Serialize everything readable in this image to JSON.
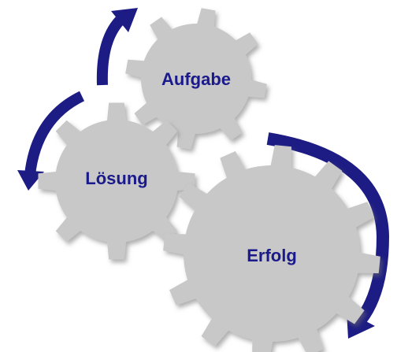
{
  "colors": {
    "gear_fill": "#c8c8c8",
    "gear_shadow": "#8c8c8c",
    "label": "#1a1a8c",
    "arrow": "#1c1c84",
    "background": "#ffffff"
  },
  "gears": [
    {
      "id": "aufgabe",
      "label": "Aufgabe"
    },
    {
      "id": "loesung",
      "label": "Lösung"
    },
    {
      "id": "erfolg",
      "label": "Erfolg"
    }
  ],
  "arrows": [
    {
      "id": "aufgabe-to-top",
      "icon": "curved-arrow-icon"
    },
    {
      "id": "loesung-loop",
      "icon": "curved-arrow-icon"
    },
    {
      "id": "erfolg-loop",
      "icon": "curved-arrow-icon"
    }
  ]
}
